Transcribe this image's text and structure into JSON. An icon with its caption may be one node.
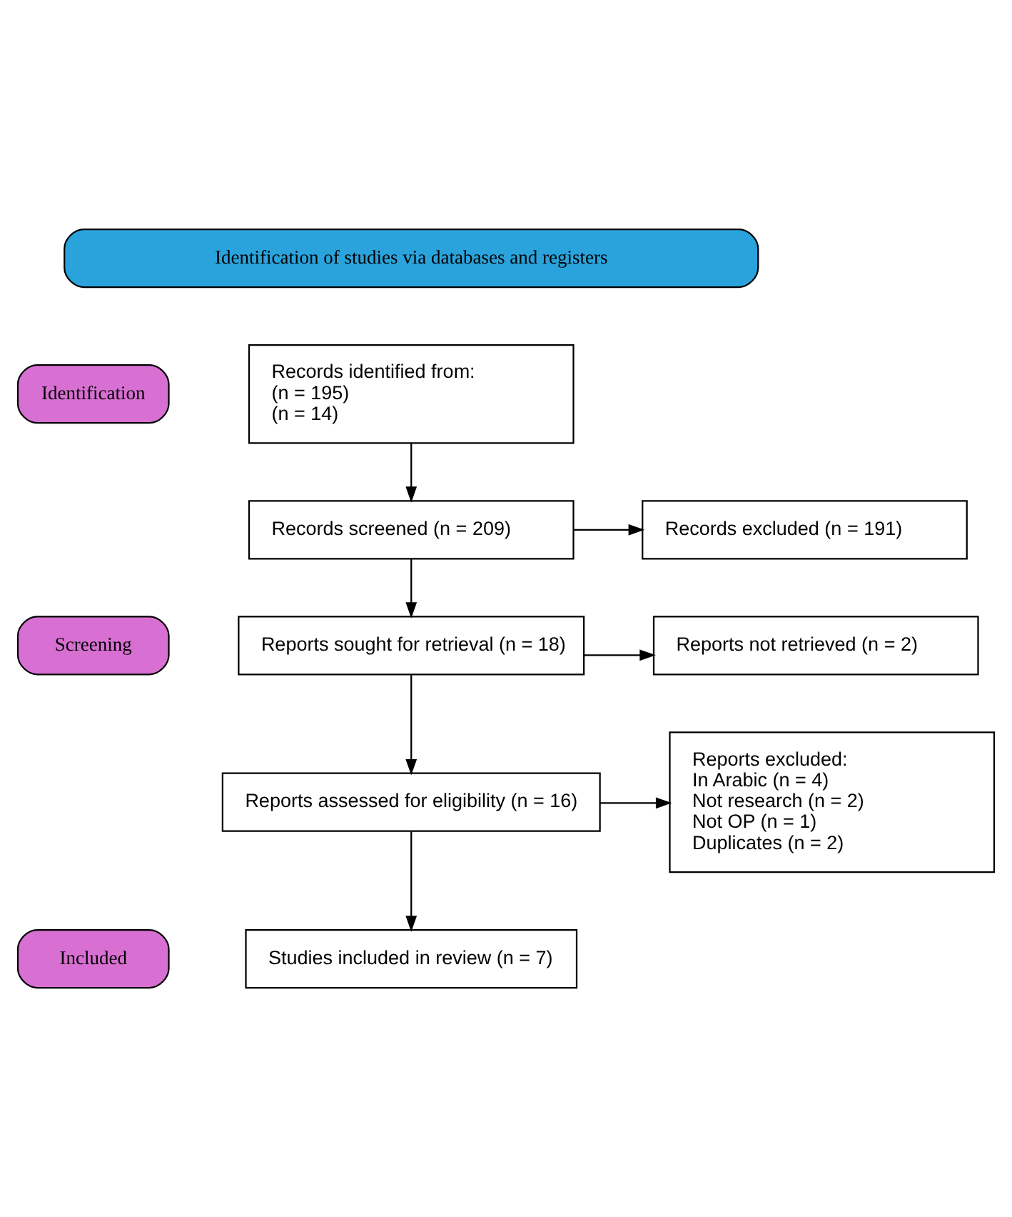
{
  "diagram": {
    "nodes": [
      {
        "text": [
          "Identification of studies via databases and registers"
        ]
      },
      {
        "text": [
          "Identification"
        ]
      },
      {
        "text": [
          "Records identified from:",
          "(n = 195)",
          "(n = 14)"
        ]
      },
      {
        "text": [
          "Screening"
        ]
      },
      {
        "text": [
          "Records screened (n = 209)"
        ]
      },
      {
        "text": [
          "Records excluded (n = 191)"
        ]
      },
      {
        "text": [
          "Reports sought for retrieval (n = 18)"
        ]
      },
      {
        "text": [
          "Reports not retrieved (n = 2)"
        ]
      },
      {
        "text": [
          "Reports assessed for eligibility (n = 16)"
        ]
      },
      {
        "text": [
          "Reports excluded:",
          "In Arabic (n = 4)",
          "Not research (n = 2)",
          "Not OP (n = 1)",
          "Duplicates (n = 2)"
        ]
      },
      {
        "text": [
          "Included"
        ]
      },
      {
        "text": [
          "Studies included in review (n = 7)"
        ]
      }
    ],
    "edges": [
      {
        "from": 2,
        "to": 4,
        "arrow": "to"
      },
      {
        "from": 4,
        "to": 5,
        "arrow": "to"
      },
      {
        "from": 4,
        "to": 6,
        "arrow": "to"
      },
      {
        "from": 6,
        "to": 7,
        "arrow": "to"
      },
      {
        "from": 6,
        "to": 8,
        "arrow": "to"
      },
      {
        "from": 8,
        "to": 9,
        "arrow": "to"
      },
      {
        "from": 8,
        "to": 11,
        "arrow": "to"
      }
    ]
  }
}
